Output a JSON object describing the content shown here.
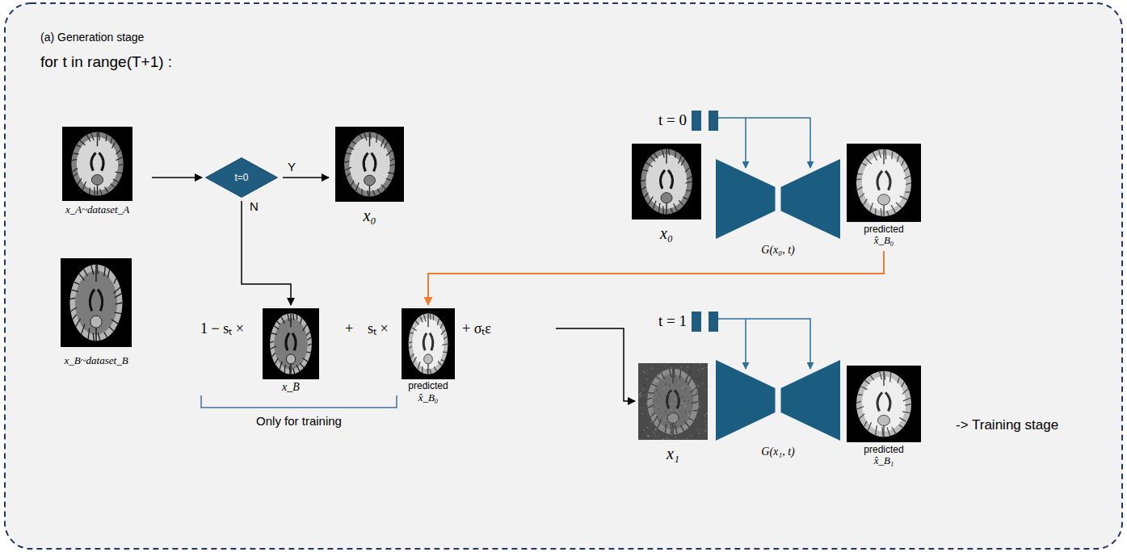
{
  "diagram": {
    "title": "(a) Generation stage",
    "nodes": [
      {
        "text": [
          "x_A~dataset_A"
        ]
      },
      {
        "text": [
          "x_B~dataset_B"
        ]
      },
      {
        "text": [
          "t=0"
        ]
      },
      {
        "text": [
          "x₀"
        ]
      },
      {
        "text": [
          "x_B"
        ]
      },
      {
        "text": [
          "predicted",
          "x̂_B₀"
        ]
      },
      {
        "text": [
          "x₀"
        ]
      },
      {
        "text": [
          "G(x₀, t)"
        ]
      },
      {
        "text": [
          "predicted",
          "x̂_B₀"
        ]
      },
      {
        "text": [
          "x₁"
        ]
      },
      {
        "text": [
          "G(x₁, t)"
        ]
      },
      {
        "text": [
          "predicted",
          "x̂_B₁"
        ]
      }
    ],
    "edges": [
      {
        "from": 0,
        "to": 2,
        "arrow": "to"
      },
      {
        "from": 2,
        "to": 3,
        "arrow": "to",
        "label": "Y"
      },
      {
        "from": 2,
        "to": 4,
        "arrow": "to",
        "label": "N"
      },
      {
        "from": 8,
        "to": 5,
        "arrow": "to"
      }
    ],
    "labels": [
      "for t in range(T+1) :",
      "1 − sₜ ×",
      "+",
      "sₜ ×",
      "+ σₜε",
      "Only for training",
      "t = 0",
      "t = 1",
      "-> Training stage"
    ]
  }
}
